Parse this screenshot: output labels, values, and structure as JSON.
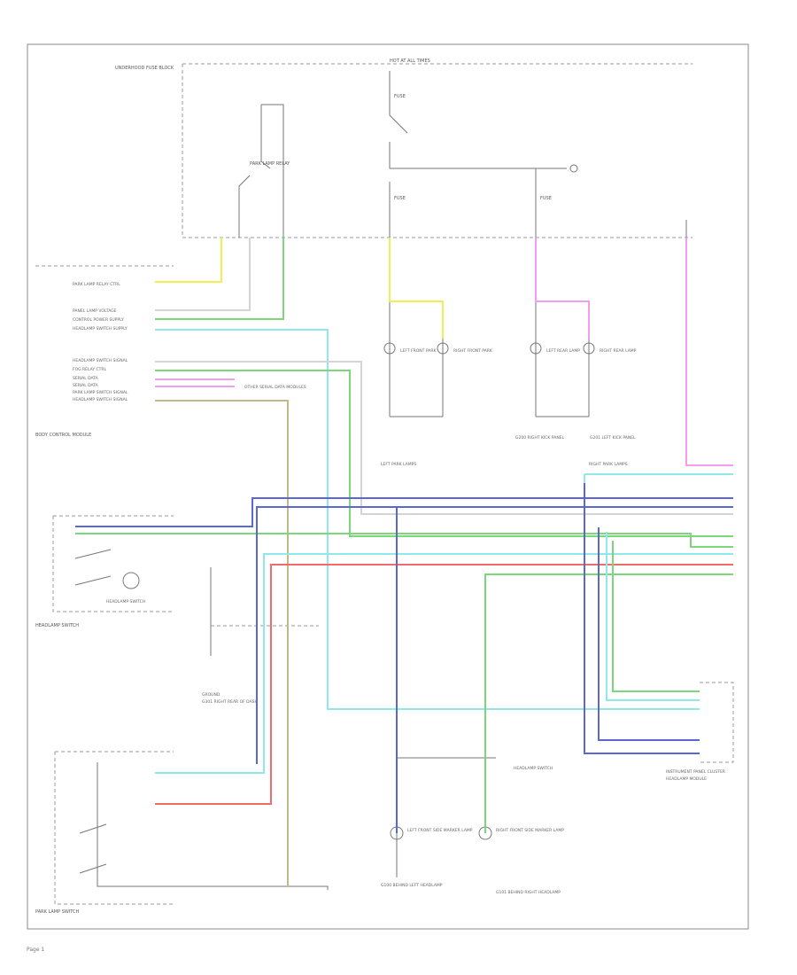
{
  "wire_colors": {
    "YEL": "#f2ee55",
    "GRN_WHT": "#7cd67c",
    "LT_BLU": "#8fe8ea",
    "PNK": "#f49bf2",
    "RED": "#f26b6b",
    "DK_BLU": "#5b67d6",
    "BRN": "#c2b88a",
    "WHT": "#d4d4d4"
  },
  "labels": {
    "fuse_block_title": "UNDERHOOD FUSE BLOCK",
    "fuse_panel_header": "HOT AT ALL TIMES",
    "lamp_relay_label": "PARK LAMP RELAY",
    "fuse_left_label": "FUSE",
    "fuse_mid_label": "FUSE",
    "fuse_right_label": "FUSE",
    "bcm_left_labels": [
      "PARK LAMP RELAY CTRL",
      "PANEL LAMP VOLTAGE",
      "CONTROL POWER SUPPLY",
      "HEADLAMP SWITCH SUPPLY",
      "HEADLAMP SWITCH SIGNAL",
      "FOG RELAY CTRL",
      "SERIAL DATA",
      "SERIAL DATA",
      "PARK LAMP SWITCH SIGNAL",
      "HEADLAMP SWITCH SIGNAL"
    ],
    "bcm_title": "BODY CONTROL MODULE",
    "serial_data_note": "OTHER SERIAL DATA MODULES",
    "headlamp_switch_title": "HEADLAMP SWITCH",
    "headlamp_switch_inner": "HEADLAMP SWITCH",
    "park_lamp_switch_title": "PARK LAMP SWITCH",
    "ground_label": "GROUND",
    "ground_ref_note": "G301 RIGHT REAR OF DASH",
    "left_front_lamp_label": "LEFT FRONT PARK",
    "right_front_lamp_label": "RIGHT FRONT PARK",
    "left_park_lamps_label": "LEFT PARK LAMPS",
    "right_park_lamps_label": "RIGHT PARK LAMPS",
    "left_rear_lamp_label": "LEFT REAR LAMP",
    "right_rear_lamp_label": "RIGHT REAR LAMP",
    "lower_left_lamp_label": "LEFT FRONT SIDE MARKER LAMP",
    "lower_right_lamp_label": "RIGHT FRONT SIDE MARKER LAMP",
    "right_module_title": "INSTRUMENT PANEL CLUSTER",
    "right_module_note": "HEADLAMP MODULE",
    "lower_mid_module": "HEADLAMP SWITCH",
    "ground_left_note": "G100 BEHIND LEFT HEADLAMP",
    "ground_right_note": "G101 BEHIND RIGHT HEADLAMP",
    "ground_mid_left_note": "G200 RIGHT KICK PANEL",
    "ground_mid_right_note": "G201 LEFT KICK PANEL",
    "footer": "Page 1"
  }
}
